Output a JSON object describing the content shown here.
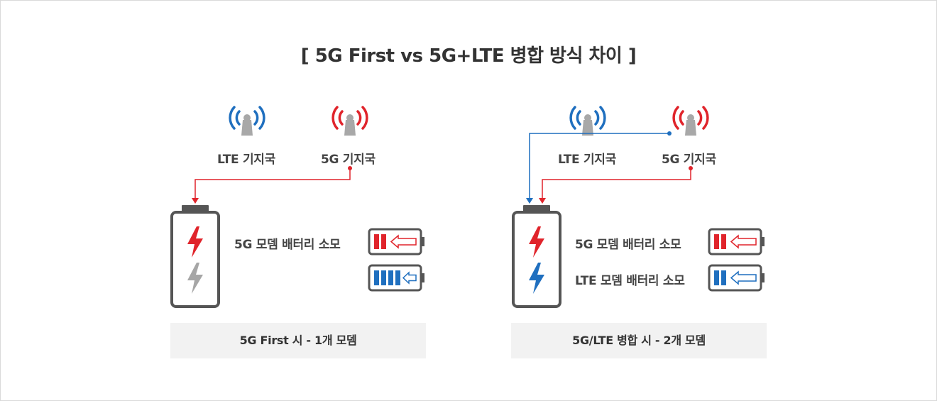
{
  "title": "[ 5G First vs 5G+LTE 병합 방식 차이 ]",
  "left_panel": {
    "lte_station_label": "LTE 기지국",
    "fiveg_station_label": "5G 기지국",
    "fiveg_modem_usage": "5G 모뎀 배터리 소모",
    "caption": "5G First 시 - 1개 모뎀"
  },
  "right_panel": {
    "lte_station_label": "LTE 기지국",
    "fiveg_station_label": "5G 기지국",
    "fiveg_modem_usage": "5G 모뎀 배터리 소모",
    "lte_modem_usage": "LTE 모뎀 배터리 소모",
    "caption": "5G/LTE 병합 시 - 2개 모뎀"
  },
  "colors": {
    "fiveg": "#e0242b",
    "lte": "#1f6fbf",
    "inactive": "#a6a6a6",
    "battery_outline": "#555555",
    "caption_bg": "#f2f2f2"
  },
  "icons": [
    "antenna-icon",
    "battery-icon",
    "lightning-bolt-icon",
    "charging-arrow-icon"
  ]
}
